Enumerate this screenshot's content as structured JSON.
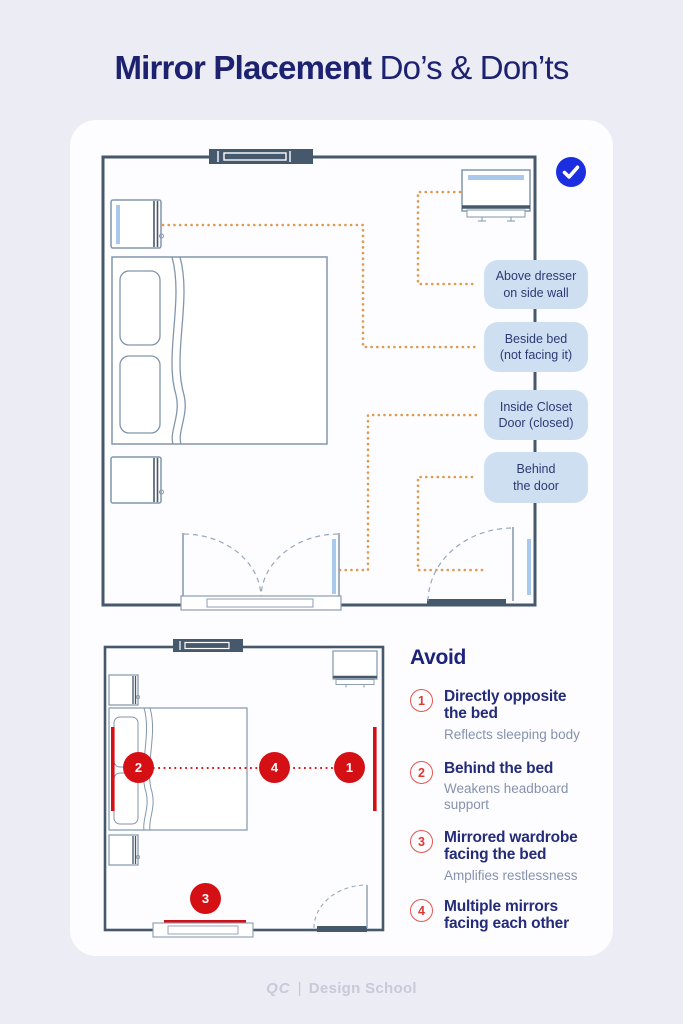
{
  "title": {
    "bold": "Mirror Placement",
    "light": " Do’s & Don’ts"
  },
  "do_plan": {
    "badge": "checkmark",
    "labels": [
      {
        "text": "Above dresser\non side wall"
      },
      {
        "text": "Beside bed\n(not facing it)"
      },
      {
        "text": "Inside Closet\nDoor (closed)"
      },
      {
        "text": "Behind\nthe door"
      }
    ]
  },
  "avoid": {
    "title": "Avoid",
    "items": [
      {
        "num": "1",
        "heading": "Directly opposite\nthe bed",
        "desc": "Reflects sleeping body"
      },
      {
        "num": "2",
        "heading": "Behind the bed",
        "desc": "Weakens headboard\nsupport"
      },
      {
        "num": "3",
        "heading": "Mirrored wardrobe\nfacing the bed",
        "desc": "Amplifies restlessness"
      },
      {
        "num": "4",
        "heading": "Multiple mirrors\nfacing each other",
        "desc": ""
      }
    ]
  },
  "footer": {
    "logo": "QC",
    "separator": "|",
    "name": "Design School"
  },
  "colors": {
    "background": "#ececf4",
    "card": "#fdfdff",
    "navy_text": "#1c2170",
    "wall": "#46586c",
    "furniture_outline": "#8296ab",
    "good_mirror": "#a9c9ec",
    "bad_mirror": "#d41015",
    "connector_dots": "#dd9b52",
    "check_badge": "#1b2fe0",
    "label_pill_bg": "#cfdff2",
    "avoid_number_red": "#dd3a31"
  }
}
